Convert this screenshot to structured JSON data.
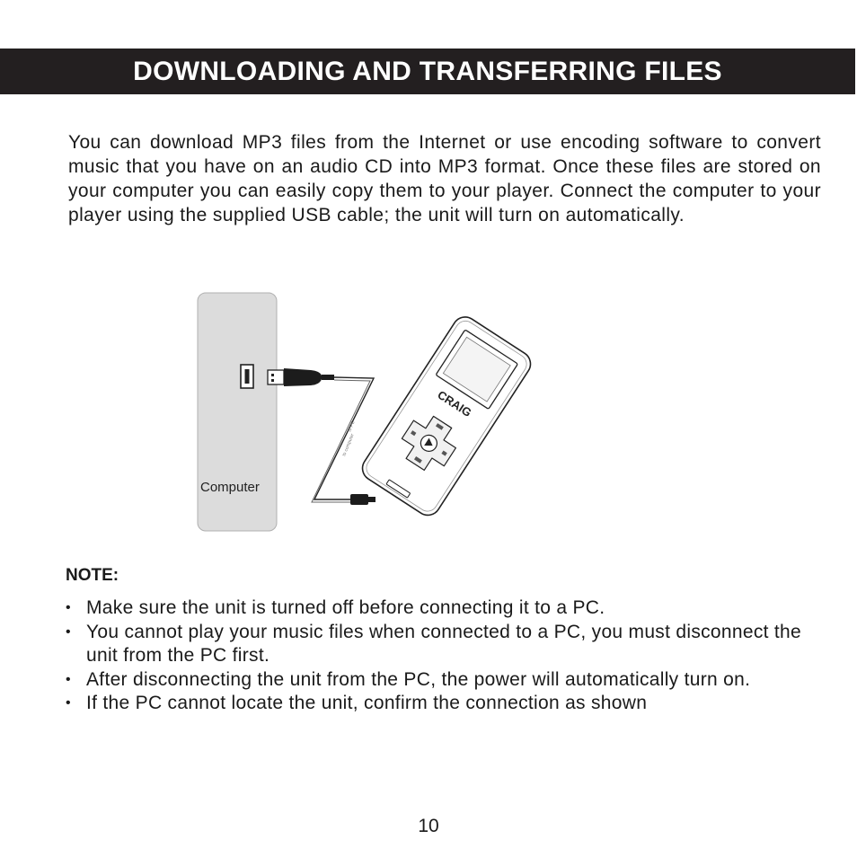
{
  "header": {
    "title": "DOWNLOADING AND TRANSFERRING FILES"
  },
  "intro": "You can download MP3 files from the Internet or use encoding software to convert music that you have on an audio CD into MP3 format.  Once these files are stored on your computer you can easily copy them to your player.  Connect the computer to your player using the supplied USB cable; the unit will turn on automatically.",
  "figure": {
    "computer_label": "Computer",
    "brand_label": "CRAIG",
    "icons": [
      "computer-tower",
      "usb-port-icon",
      "usb-plug-icon",
      "mp3-player-device"
    ]
  },
  "note": {
    "heading": "NOTE:",
    "bullet": "•",
    "items": [
      "Make sure the unit is turned off before connecting it to a PC.",
      "You cannot play your music files when connected to a PC, you must disconnect the unit from the PC first.",
      "After disconnecting the unit from the PC, the power will automatically turn on.",
      "If the PC cannot locate the unit, confirm the connection as shown"
    ]
  },
  "page_number": "10",
  "colors": {
    "title_bar": "#231f20",
    "title_text": "#ffffff",
    "computer_fill": "#dcdcdc"
  }
}
